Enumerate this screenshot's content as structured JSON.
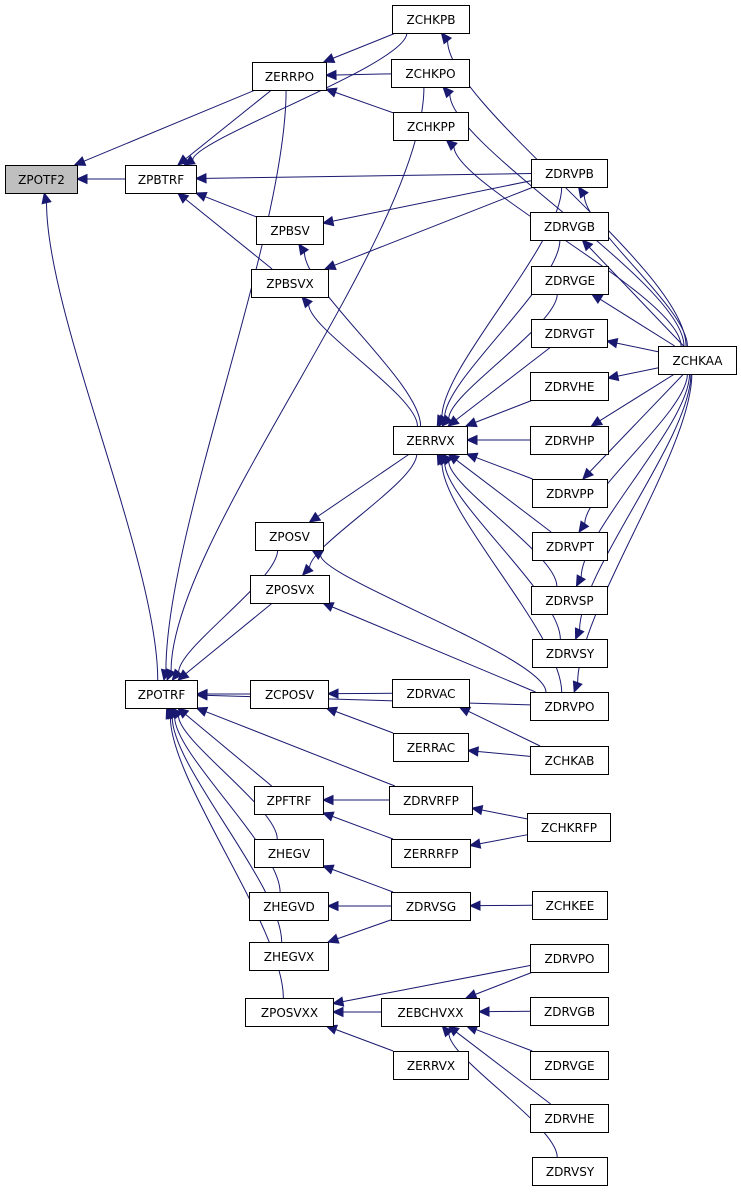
{
  "diagram": {
    "title": "ZPOTF2 caller graph",
    "edge_color": "#191970",
    "root_fill": "#bfbfbf",
    "nodes": [
      {
        "id": "ZPOTF2",
        "label": "ZPOTF2",
        "root": true
      },
      {
        "id": "ZPBTRF",
        "label": "ZPBTRF"
      },
      {
        "id": "ZPOTRF",
        "label": "ZPOTRF"
      },
      {
        "id": "ZERRPO",
        "label": "ZERRPO"
      },
      {
        "id": "ZPBSV",
        "label": "ZPBSV"
      },
      {
        "id": "ZPBSVX",
        "label": "ZPBSVX"
      },
      {
        "id": "ZCHKPB",
        "label": "ZCHKPB"
      },
      {
        "id": "ZCHKPO",
        "label": "ZCHKPO"
      },
      {
        "id": "ZCHKPP",
        "label": "ZCHKPP"
      },
      {
        "id": "ZDRVPB",
        "label": "ZDRVPB"
      },
      {
        "id": "ZDRVGB",
        "label": "ZDRVGB"
      },
      {
        "id": "ZDRVGE",
        "label": "ZDRVGE"
      },
      {
        "id": "ZDRVGT",
        "label": "ZDRVGT"
      },
      {
        "id": "ZDRVHE",
        "label": "ZDRVHE"
      },
      {
        "id": "ZDRVHP",
        "label": "ZDRVHP"
      },
      {
        "id": "ZDRVPP",
        "label": "ZDRVPP"
      },
      {
        "id": "ZDRVPT",
        "label": "ZDRVPT"
      },
      {
        "id": "ZDRVSP",
        "label": "ZDRVSP"
      },
      {
        "id": "ZDRVSY",
        "label": "ZDRVSY"
      },
      {
        "id": "ZDRVPO",
        "label": "ZDRVPO"
      },
      {
        "id": "ZCHKAA",
        "label": "ZCHKAA"
      },
      {
        "id": "ZERRVX",
        "label": "ZERRVX"
      },
      {
        "id": "ZPOSV",
        "label": "ZPOSV"
      },
      {
        "id": "ZPOSVX",
        "label": "ZPOSVX"
      },
      {
        "id": "ZCPOSV",
        "label": "ZCPOSV"
      },
      {
        "id": "ZDRVAC",
        "label": "ZDRVAC"
      },
      {
        "id": "ZERRAC",
        "label": "ZERRAC"
      },
      {
        "id": "ZCHKAB",
        "label": "ZCHKAB"
      },
      {
        "id": "ZPFTRF",
        "label": "ZPFTRF"
      },
      {
        "id": "ZDRVRFP",
        "label": "ZDRVRFP"
      },
      {
        "id": "ZERRRFP",
        "label": "ZERRRFP"
      },
      {
        "id": "ZCHKRFP",
        "label": "ZCHKRFP"
      },
      {
        "id": "ZHEGV",
        "label": "ZHEGV"
      },
      {
        "id": "ZHEGVD",
        "label": "ZHEGVD"
      },
      {
        "id": "ZHEGVX",
        "label": "ZHEGVX"
      },
      {
        "id": "ZDRVSG",
        "label": "ZDRVSG"
      },
      {
        "id": "ZCHKEE",
        "label": "ZCHKEE"
      },
      {
        "id": "ZPOSVXX",
        "label": "ZPOSVXX"
      },
      {
        "id": "ZEBCHVXX",
        "label": "ZEBCHVXX"
      },
      {
        "id": "ZERRVX_2",
        "label": "ZERRVX"
      },
      {
        "id": "ZDRVPO_2",
        "label": "ZDRVPO"
      },
      {
        "id": "ZDRVGB_2",
        "label": "ZDRVGB"
      },
      {
        "id": "ZDRVGE_2",
        "label": "ZDRVGE"
      },
      {
        "id": "ZDRVHE_2",
        "label": "ZDRVHE"
      },
      {
        "id": "ZDRVSY_2",
        "label": "ZDRVSY"
      }
    ],
    "edges": [
      {
        "from": "ZPBTRF",
        "to": "ZPOTF2"
      },
      {
        "from": "ZERRPO",
        "to": "ZPOTF2"
      },
      {
        "from": "ZPOTRF",
        "to": "ZPOTF2"
      },
      {
        "from": "ZCHKPB",
        "to": "ZPBTRF"
      },
      {
        "from": "ZERRPO",
        "to": "ZPBTRF"
      },
      {
        "from": "ZPBSV",
        "to": "ZPBTRF"
      },
      {
        "from": "ZPBSVX",
        "to": "ZPBTRF"
      },
      {
        "from": "ZDRVPB",
        "to": "ZPBTRF"
      },
      {
        "from": "ZCHKPB",
        "to": "ZERRPO"
      },
      {
        "from": "ZCHKPO",
        "to": "ZERRPO"
      },
      {
        "from": "ZCHKPP",
        "to": "ZERRPO"
      },
      {
        "from": "ZCHKAA",
        "to": "ZCHKPB"
      },
      {
        "from": "ZCHKAA",
        "to": "ZCHKPO"
      },
      {
        "from": "ZCHKAA",
        "to": "ZCHKPP"
      },
      {
        "from": "ZDRVPB",
        "to": "ZPBSV"
      },
      {
        "from": "ZERRVX",
        "to": "ZPBSV"
      },
      {
        "from": "ZDRVPB",
        "to": "ZPBSVX"
      },
      {
        "from": "ZERRVX",
        "to": "ZPBSVX"
      },
      {
        "from": "ZCHKAA",
        "to": "ZDRVPB"
      },
      {
        "from": "ZCHKAA",
        "to": "ZDRVGB"
      },
      {
        "from": "ZCHKAA",
        "to": "ZDRVGE"
      },
      {
        "from": "ZCHKAA",
        "to": "ZDRVGT"
      },
      {
        "from": "ZCHKAA",
        "to": "ZDRVHE"
      },
      {
        "from": "ZCHKAA",
        "to": "ZDRVHP"
      },
      {
        "from": "ZCHKAA",
        "to": "ZDRVPP"
      },
      {
        "from": "ZCHKAA",
        "to": "ZDRVPT"
      },
      {
        "from": "ZCHKAA",
        "to": "ZDRVSP"
      },
      {
        "from": "ZCHKAA",
        "to": "ZDRVSY"
      },
      {
        "from": "ZCHKAA",
        "to": "ZDRVPO"
      },
      {
        "from": "ZDRVPB",
        "to": "ZERRVX"
      },
      {
        "from": "ZDRVGB",
        "to": "ZERRVX"
      },
      {
        "from": "ZDRVGE",
        "to": "ZERRVX"
      },
      {
        "from": "ZDRVGT",
        "to": "ZERRVX"
      },
      {
        "from": "ZDRVHE",
        "to": "ZERRVX"
      },
      {
        "from": "ZDRVHP",
        "to": "ZERRVX"
      },
      {
        "from": "ZDRVPP",
        "to": "ZERRVX"
      },
      {
        "from": "ZDRVPT",
        "to": "ZERRVX"
      },
      {
        "from": "ZDRVSP",
        "to": "ZERRVX"
      },
      {
        "from": "ZDRVSY",
        "to": "ZERRVX"
      },
      {
        "from": "ZDRVPO",
        "to": "ZERRVX"
      },
      {
        "from": "ZERRVX",
        "to": "ZPOSV"
      },
      {
        "from": "ZERRVX",
        "to": "ZPOSVX"
      },
      {
        "from": "ZDRVPO",
        "to": "ZPOSV"
      },
      {
        "from": "ZDRVPO",
        "to": "ZPOSVX"
      },
      {
        "from": "ZERRPO",
        "to": "ZPOTRF"
      },
      {
        "from": "ZCHKPO",
        "to": "ZPOTRF"
      },
      {
        "from": "ZPOSV",
        "to": "ZPOTRF"
      },
      {
        "from": "ZPOSVX",
        "to": "ZPOTRF"
      },
      {
        "from": "ZDRVPO",
        "to": "ZPOTRF"
      },
      {
        "from": "ZCPOSV",
        "to": "ZPOTRF"
      },
      {
        "from": "ZDRVRFP",
        "to": "ZPOTRF"
      },
      {
        "from": "ZPFTRF",
        "to": "ZPOTRF"
      },
      {
        "from": "ZHEGV",
        "to": "ZPOTRF"
      },
      {
        "from": "ZHEGVD",
        "to": "ZPOTRF"
      },
      {
        "from": "ZHEGVX",
        "to": "ZPOTRF"
      },
      {
        "from": "ZPOSVXX",
        "to": "ZPOTRF"
      },
      {
        "from": "ZDRVAC",
        "to": "ZCPOSV"
      },
      {
        "from": "ZERRAC",
        "to": "ZCPOSV"
      },
      {
        "from": "ZCHKAB",
        "to": "ZDRVAC"
      },
      {
        "from": "ZCHKAB",
        "to": "ZERRAC"
      },
      {
        "from": "ZDRVRFP",
        "to": "ZPFTRF"
      },
      {
        "from": "ZERRRFP",
        "to": "ZPFTRF"
      },
      {
        "from": "ZCHKRFP",
        "to": "ZDRVRFP"
      },
      {
        "from": "ZCHKRFP",
        "to": "ZERRRFP"
      },
      {
        "from": "ZDRVSG",
        "to": "ZHEGV"
      },
      {
        "from": "ZDRVSG",
        "to": "ZHEGVD"
      },
      {
        "from": "ZDRVSG",
        "to": "ZHEGVX"
      },
      {
        "from": "ZCHKEE",
        "to": "ZDRVSG"
      },
      {
        "from": "ZDRVPO_2",
        "to": "ZPOSVXX"
      },
      {
        "from": "ZEBCHVXX",
        "to": "ZPOSVXX"
      },
      {
        "from": "ZERRVX_2",
        "to": "ZPOSVXX"
      },
      {
        "from": "ZDRVPO_2",
        "to": "ZEBCHVXX"
      },
      {
        "from": "ZDRVGB_2",
        "to": "ZEBCHVXX"
      },
      {
        "from": "ZDRVGE_2",
        "to": "ZEBCHVXX"
      },
      {
        "from": "ZDRVHE_2",
        "to": "ZEBCHVXX"
      },
      {
        "from": "ZDRVSY_2",
        "to": "ZEBCHVXX"
      }
    ]
  }
}
